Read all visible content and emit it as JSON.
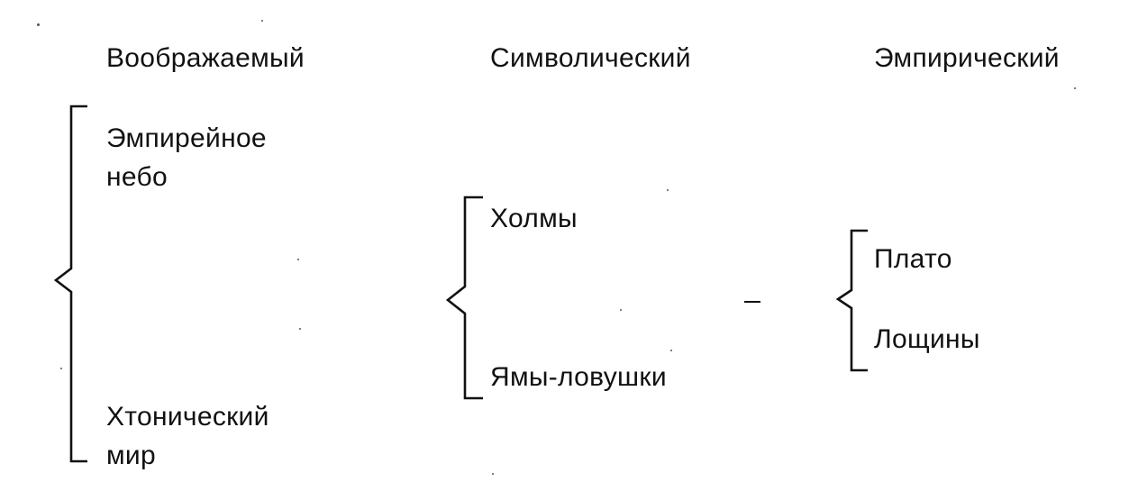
{
  "columns": [
    {
      "heading": "Воображаемый",
      "groups": [
        {
          "items": [
            "Эмпирейное\nнебо",
            "Хтонический\nмир"
          ]
        }
      ]
    },
    {
      "heading": "Символический",
      "groups": [
        {
          "items": [
            "Холмы",
            "Ямы-ловушки"
          ]
        }
      ]
    },
    {
      "heading": "Эмпирический",
      "groups": [
        {
          "items": [
            "Плато",
            "Лощины"
          ]
        }
      ]
    }
  ]
}
